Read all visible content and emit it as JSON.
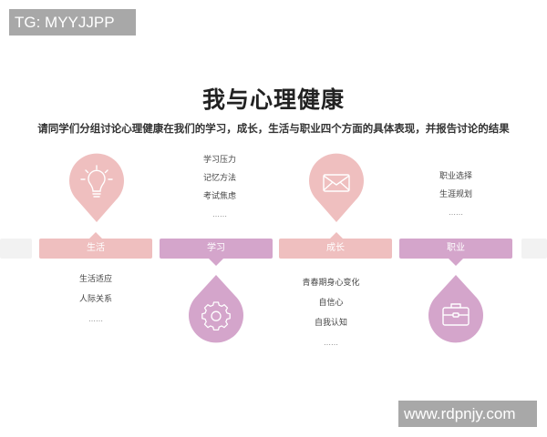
{
  "watermarks": {
    "top_left": "TG: MYYJJPP",
    "bottom_right": "www.rdpnjy.com"
  },
  "header": {
    "title": "我与心理健康",
    "subtitle": "请同学们分组讨论心理健康在我们的学习，成长，生活与职业四个方面的具体表现，并报告讨论的结果"
  },
  "colors": {
    "pink": "#efbfbf",
    "purple": "#d4a5cb",
    "gray": "#f2f2f2",
    "icon_stroke": "#ffffff"
  },
  "categories": [
    {
      "label": "生活",
      "color": "pink",
      "icon": "lightbulb-icon",
      "pin_position": "above",
      "items": [
        "生活适应",
        "人际关系",
        "……"
      ]
    },
    {
      "label": "学习",
      "color": "purple",
      "icon": "gear-icon",
      "pin_position": "below",
      "items": [
        "学习压力",
        "记忆方法",
        "考试焦虑",
        "……"
      ]
    },
    {
      "label": "成长",
      "color": "pink",
      "icon": "envelope-icon",
      "pin_position": "above",
      "items": [
        "青春期身心变化",
        "自信心",
        "自我认知",
        "……"
      ]
    },
    {
      "label": "职业",
      "color": "purple",
      "icon": "briefcase-icon",
      "pin_position": "below",
      "items": [
        "职业选择",
        "生涯规划",
        "……"
      ]
    }
  ]
}
